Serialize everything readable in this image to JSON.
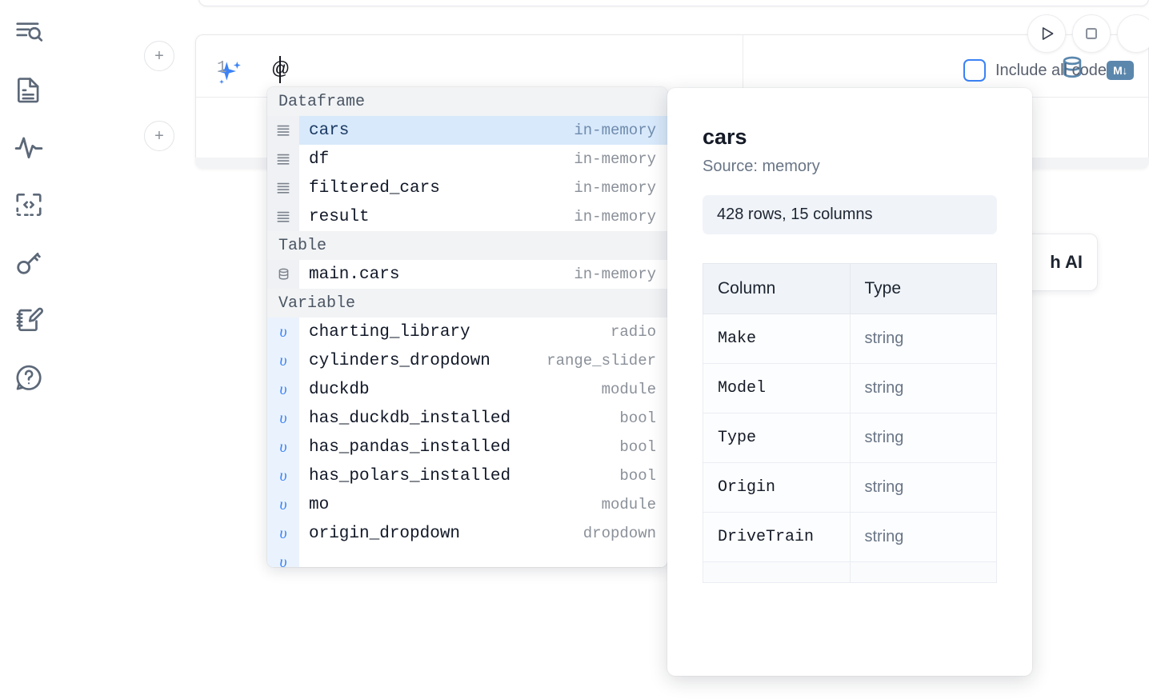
{
  "sidebar": {
    "items": [
      {
        "name": "explorer-search-icon",
        "label": "Explore"
      },
      {
        "name": "document-icon",
        "label": "Notebook"
      },
      {
        "name": "activity-pulse-icon",
        "label": "Runtime"
      },
      {
        "name": "code-snippet-icon",
        "label": "Snippets"
      },
      {
        "name": "key-icon",
        "label": "Secrets"
      },
      {
        "name": "scratchpad-edit-icon",
        "label": "Scratchpad"
      },
      {
        "name": "help-chat-icon",
        "label": "Help"
      }
    ]
  },
  "toolbar": {
    "run_label": "Run",
    "stop_label": "Interrupt",
    "add_cell_label": "+"
  },
  "prompt": {
    "value": "@",
    "placeholder": "",
    "include_all_code_label": "Include all code",
    "include_all_code_checked": false,
    "sparkle_icon": "ai-sparkle-icon"
  },
  "cell": {
    "line_number": "1",
    "database_icon": "database-icon",
    "markdown_badge": "M↓"
  },
  "ai_hint_card": {
    "text": "h AI"
  },
  "autocomplete": {
    "groups": [
      {
        "label": "Dataframe",
        "kind": "dataframe",
        "items": [
          {
            "label": "cars",
            "meta": "in-memory",
            "selected": true
          },
          {
            "label": "df",
            "meta": "in-memory",
            "selected": false
          },
          {
            "label": "filtered_cars",
            "meta": "in-memory",
            "selected": false
          },
          {
            "label": "result",
            "meta": "in-memory",
            "selected": false
          }
        ]
      },
      {
        "label": "Table",
        "kind": "table",
        "items": [
          {
            "label": "main.cars",
            "meta": "in-memory",
            "selected": false
          }
        ]
      },
      {
        "label": "Variable",
        "kind": "variable",
        "items": [
          {
            "label": "charting_library",
            "meta": "radio",
            "selected": false
          },
          {
            "label": "cylinders_dropdown",
            "meta": "range_slider",
            "selected": false
          },
          {
            "label": "duckdb",
            "meta": "module",
            "selected": false
          },
          {
            "label": "has_duckdb_installed",
            "meta": "bool",
            "selected": false
          },
          {
            "label": "has_pandas_installed",
            "meta": "bool",
            "selected": false
          },
          {
            "label": "has_polars_installed",
            "meta": "bool",
            "selected": false
          },
          {
            "label": "mo",
            "meta": "module",
            "selected": false
          },
          {
            "label": "origin_dropdown",
            "meta": "dropdown",
            "selected": false
          }
        ]
      }
    ]
  },
  "detail": {
    "title": "cars",
    "source": "Source: memory",
    "shape": "428 rows, 15 columns",
    "columns_header": "Column",
    "type_header": "Type",
    "rows": [
      {
        "column": "Make",
        "type": "string"
      },
      {
        "column": "Model",
        "type": "string"
      },
      {
        "column": "Type",
        "type": "string"
      },
      {
        "column": "Origin",
        "type": "string"
      },
      {
        "column": "DriveTrain",
        "type": "string"
      }
    ]
  },
  "colors": {
    "accent_blue": "#3b82f6",
    "selection_blue": "#d8e9fb",
    "icon_slate": "#5c6878",
    "muted_text": "#8a9099",
    "db_icon": "#5b87ad"
  }
}
